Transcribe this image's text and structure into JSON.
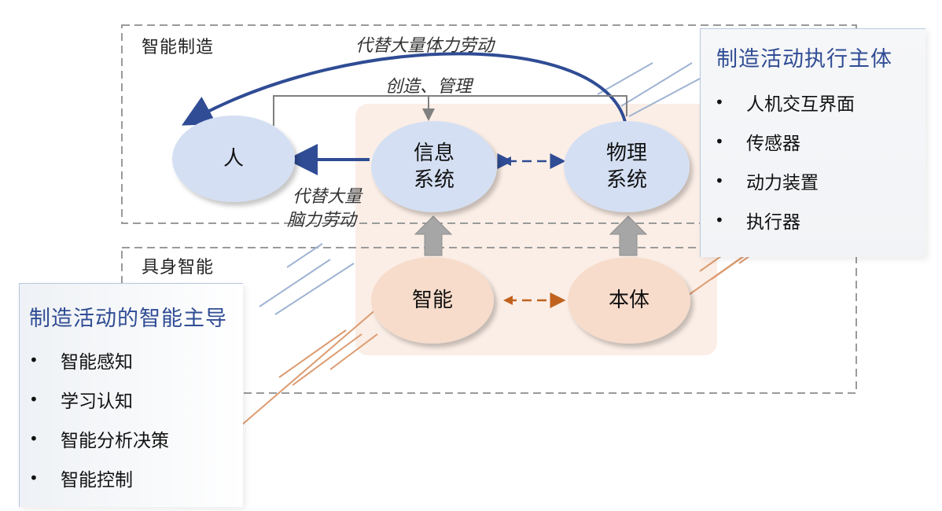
{
  "frames": {
    "smart_manufacturing": "智能制造",
    "embodied_intelligence": "具身智能"
  },
  "labels": {
    "top_arc": "代替大量体力劳动",
    "create_manage": "创造、管理",
    "mental_labor_line1": "代替大量",
    "mental_labor_line2": "脑力劳动"
  },
  "nodes": {
    "human": "人",
    "info_system_line1": "信息",
    "info_system_line2": "系统",
    "physical_system_line1": "物理",
    "physical_system_line2": "系统",
    "intelligence": "智能",
    "body": "本体"
  },
  "right_panel": {
    "title": "制造活动执行主体",
    "items": [
      "人机交互界面",
      "传感器",
      "动力装置",
      "执行器"
    ]
  },
  "left_panel": {
    "title": "制造活动的智能主导",
    "items": [
      "智能感知",
      "学习认知",
      "智能分析决策",
      "智能控制"
    ]
  },
  "bullet_symbol": "•",
  "colors": {
    "blue_accent": "#2f4c94",
    "blue_node": "#d4dff3",
    "orange_node": "#f7dccb",
    "orange_arrow": "#c0621e",
    "peach_area": "#fbeee6",
    "gray_arrow": "#a6a6a6"
  }
}
